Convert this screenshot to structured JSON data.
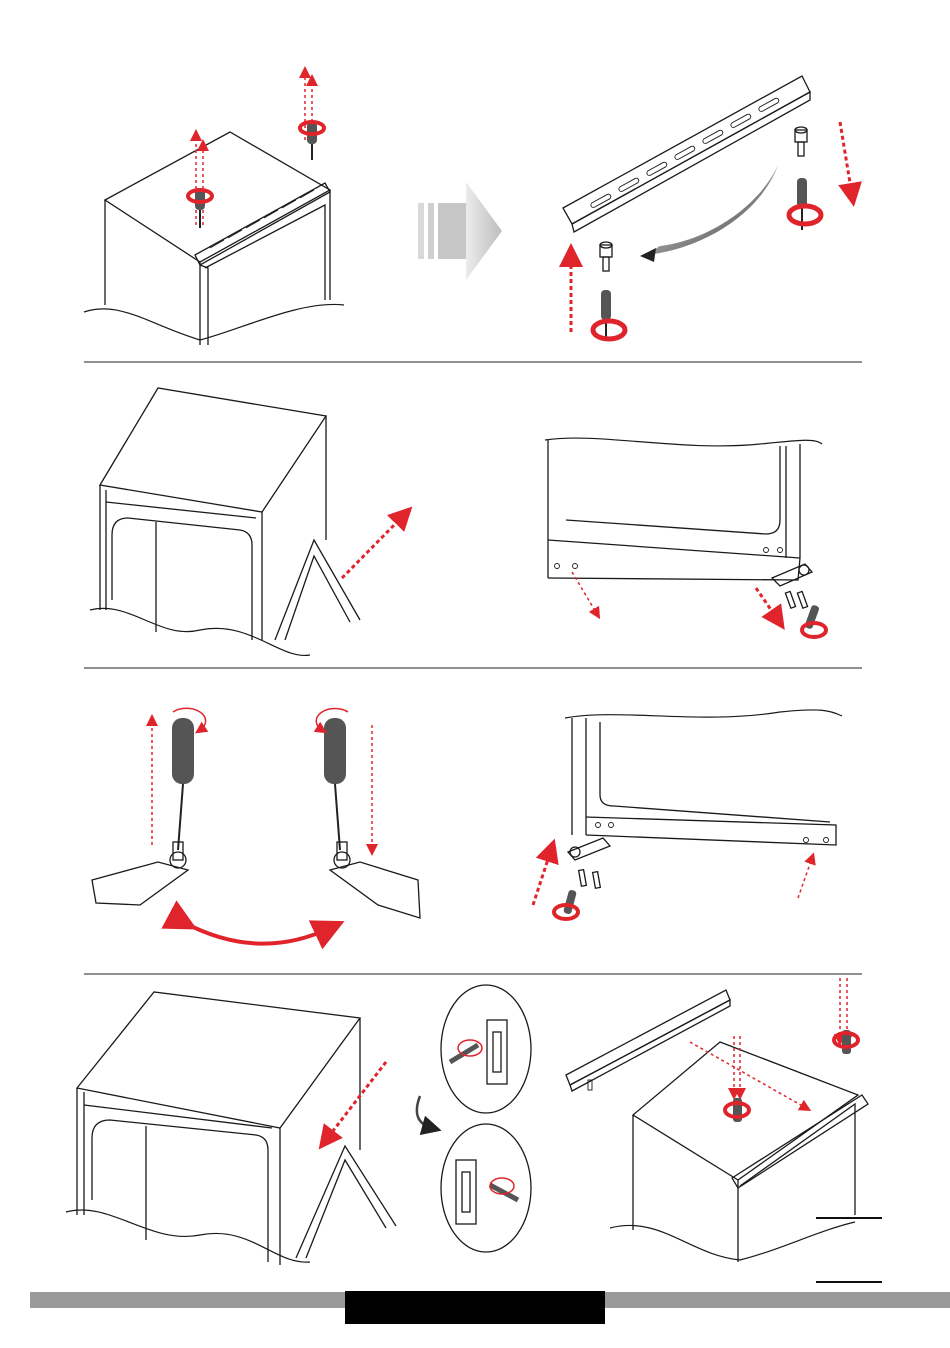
{
  "document": {
    "page_number": "",
    "colors": {
      "accent": "#e0242b",
      "line": "#1a1a1a",
      "footer_bar": "#9a9a9a",
      "footer_block": "#000000"
    },
    "steps": [
      {
        "id": "step-1",
        "description": ""
      },
      {
        "id": "step-2",
        "description": ""
      },
      {
        "id": "step-3",
        "description": ""
      },
      {
        "id": "step-4",
        "description": ""
      }
    ]
  }
}
